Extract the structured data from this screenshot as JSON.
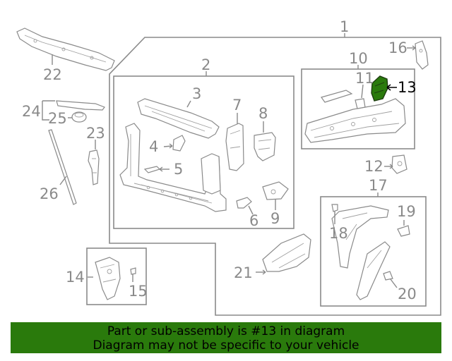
{
  "callouts": [
    "1",
    "2",
    "3",
    "4",
    "5",
    "6",
    "7",
    "8",
    "9",
    "10",
    "11",
    "12",
    "13",
    "14",
    "15",
    "16",
    "17",
    "18",
    "19",
    "20",
    "21",
    "22",
    "23",
    "24",
    "25",
    "26"
  ],
  "highlighted_part": "13",
  "highlight_color": "#2a7a0c",
  "banner": {
    "line1": "Part or sub-assembly is #13 in diagram",
    "line2": "Diagram may not be specific to your vehicle",
    "background": "#2a7a0c"
  }
}
